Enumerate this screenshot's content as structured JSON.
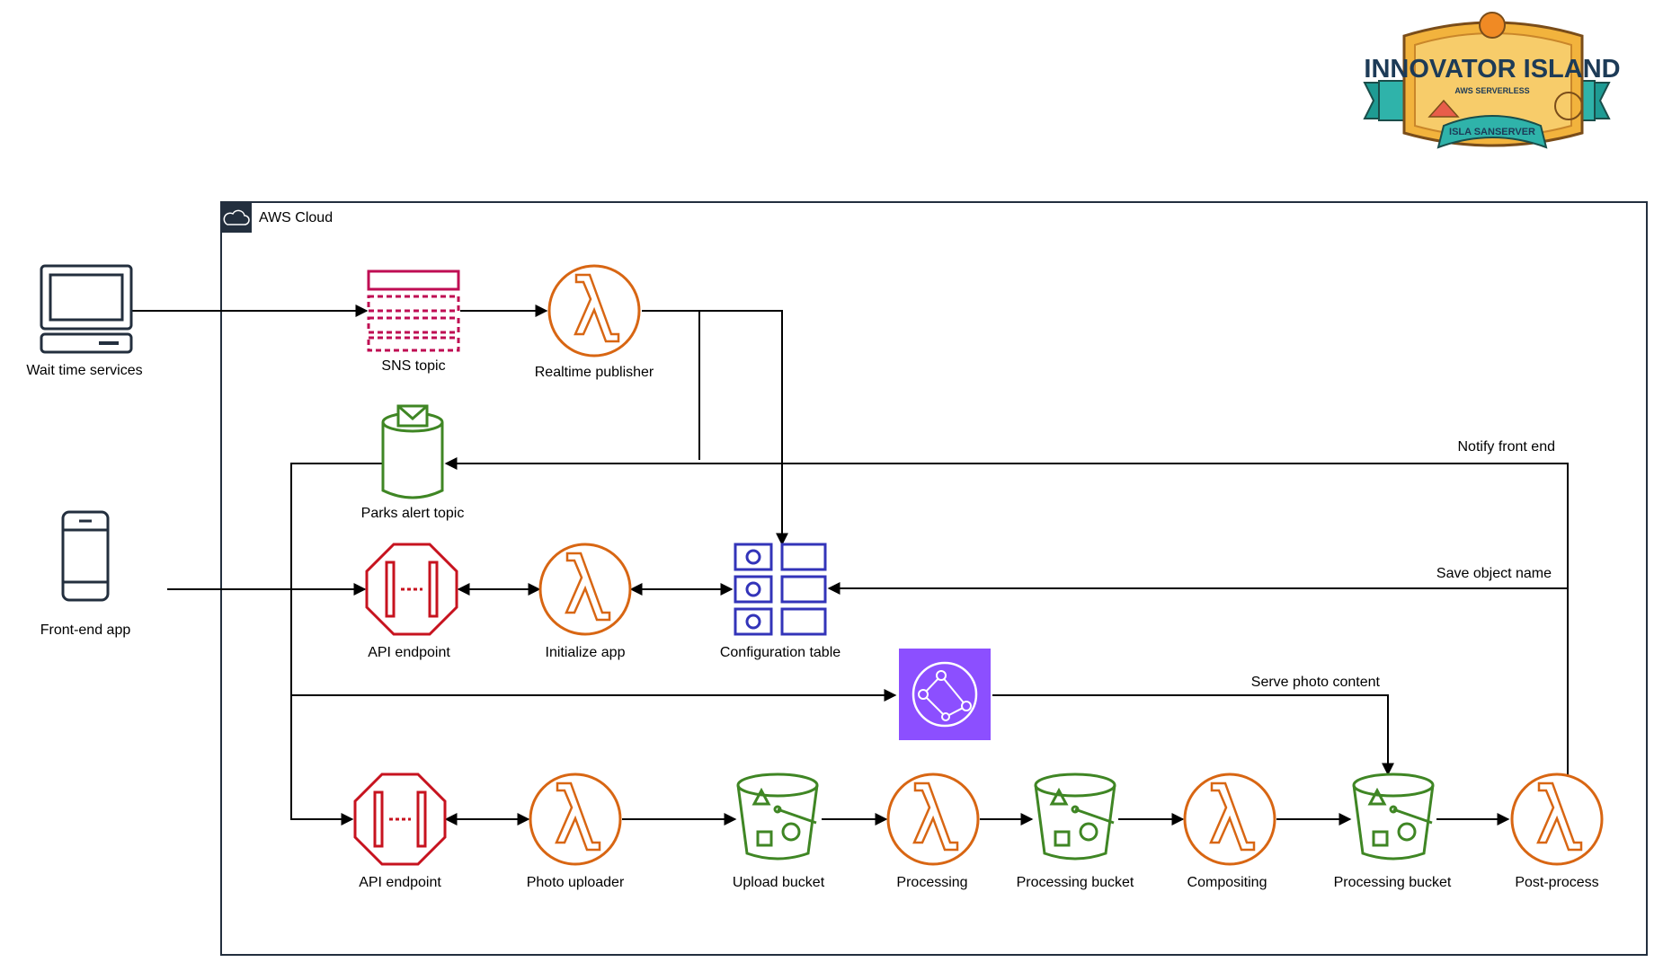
{
  "logo": {
    "title": "INNOVATOR ISLAND",
    "subtitle": "AWS SERVERLESS",
    "ribbon": "ISLA SANSERVER"
  },
  "group": {
    "label": "AWS Cloud"
  },
  "external": {
    "wait_time_services": "Wait time services",
    "front_end_app": "Front-end app"
  },
  "nodes": {
    "sns_topic": "SNS topic",
    "realtime_publisher": "Realtime publisher",
    "parks_alert_topic": "Parks alert topic",
    "api_endpoint_1": "API endpoint",
    "initialize_app": "Initialize app",
    "configuration_table": "Configuration table",
    "api_endpoint_2": "API endpoint",
    "photo_uploader": "Photo uploader",
    "upload_bucket": "Upload bucket",
    "processing": "Processing",
    "processing_bucket_1": "Processing bucket",
    "compositing": "Compositing",
    "processing_bucket_2": "Processing bucket",
    "post_process": "Post-process"
  },
  "edge_labels": {
    "notify_front_end": "Notify front end",
    "save_object_name": "Save object name",
    "serve_photo_content": "Serve photo content"
  },
  "colors": {
    "lambda": "#d86613",
    "api_gateway": "#c7131f",
    "sns": "#bf0d53",
    "sns_alert": "#3f8624",
    "s3": "#3f8624",
    "dynamodb": "#3334b9",
    "cloudfront_bg": "#8c4fff",
    "group_border": "#232f3e"
  }
}
